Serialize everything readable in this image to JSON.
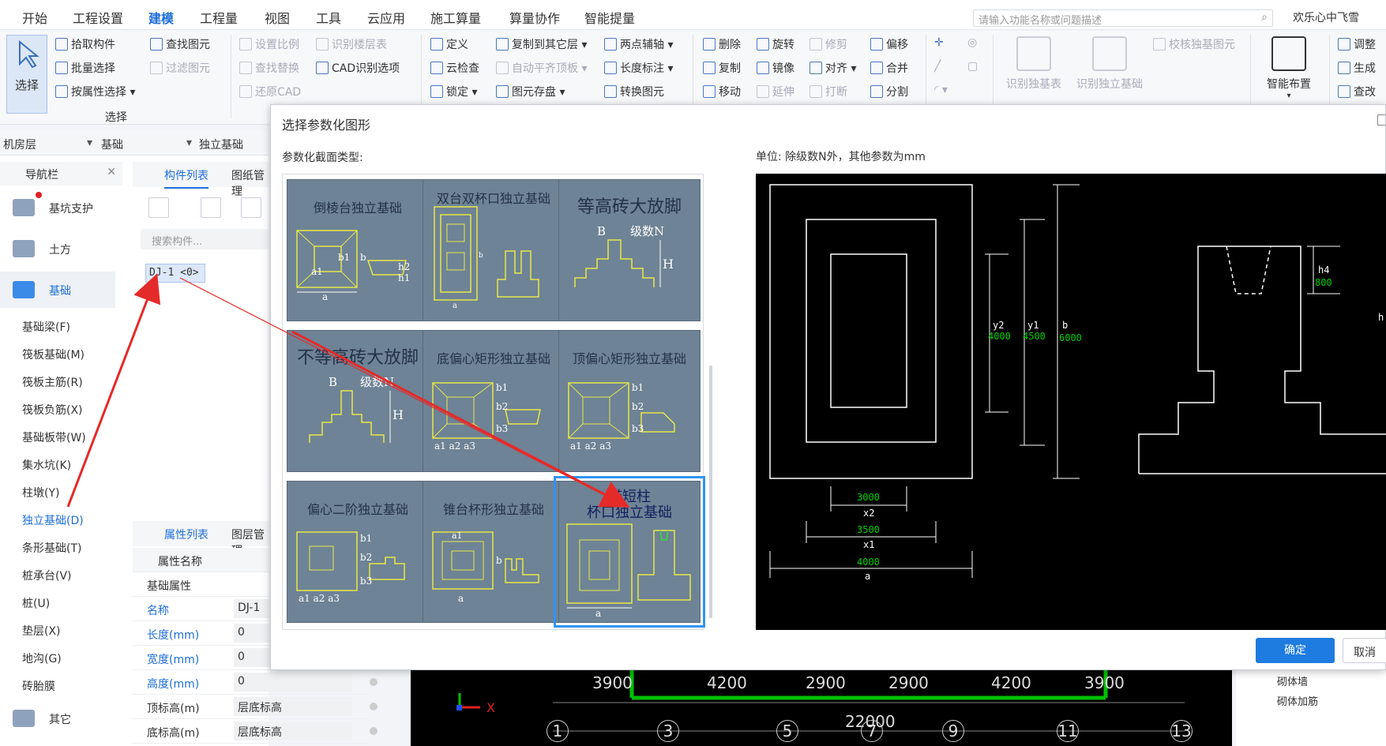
{
  "menu": {
    "tabs": [
      "开始",
      "工程设置",
      "建模",
      "工程量",
      "视图",
      "工具",
      "云应用",
      "施工算量",
      "算量协作",
      "智能提量"
    ],
    "active_index": 2,
    "search_placeholder": "请输入功能名称或问题描述",
    "user": "欢乐心中飞雪"
  },
  "ribbon": {
    "select_label": "选择",
    "group_select": "选择",
    "items": {
      "pick": "拾取构件",
      "batch": "批量选择",
      "byattr": "按属性选择",
      "find": "查找图元",
      "filter": "过滤图元",
      "scale": "设置比例",
      "floors": "识别楼层表",
      "lookup": "查找替换",
      "cadopt": "CAD识别选项",
      "restore": "还原CAD",
      "define": "定义",
      "cloudcheck": "云检查",
      "lock": "锁定",
      "copyto": "复制到其它层",
      "autoalign": "自动平齐顶板",
      "storage": "图元存盘",
      "twopoint": "两点辅轴",
      "lengthmark": "长度标注",
      "convert": "转换图元",
      "delete": "删除",
      "copy": "复制",
      "move": "移动",
      "rotate": "旋转",
      "mirror": "镜像",
      "extend": "延伸",
      "trim": "修剪",
      "align": "对齐",
      "break": "打断",
      "offset": "偏移",
      "merge": "合并",
      "split": "分割",
      "idtable": "识别独基表",
      "idfoot": "识别独立基础",
      "checkfoot": "校核独基图元",
      "smart": "智能布置",
      "adjust": "调整",
      "generate": "生成",
      "view": "查改"
    }
  },
  "crumbs": {
    "floor": "机房层",
    "type": "基础",
    "sub": "独立基础"
  },
  "nav": {
    "title": "导航栏",
    "categories": [
      "基坑支护",
      "土方",
      "基础",
      "其它"
    ],
    "items": [
      "基础梁(F)",
      "筏板基础(M)",
      "筏板主筋(R)",
      "筏板负筋(X)",
      "基础板带(W)",
      "集水坑(K)",
      "柱墩(Y)",
      "独立基础(D)",
      "条形基础(T)",
      "桩承台(V)",
      "桩(U)",
      "垫层(X)",
      "地沟(G)",
      "砖胎膜"
    ],
    "active_item": 7
  },
  "components": {
    "tab1": "构件列表",
    "tab2": "图纸管理",
    "search_placeholder": "搜索构件...",
    "entry": "DJ-1 <0>"
  },
  "props": {
    "tab1": "属性列表",
    "tab2": "图层管理",
    "header": "属性名称",
    "group": "基础属性",
    "rows": [
      {
        "k": "名称",
        "v": "DJ-1"
      },
      {
        "k": "长度(mm)",
        "v": "0"
      },
      {
        "k": "宽度(mm)",
        "v": "0"
      },
      {
        "k": "高度(mm)",
        "v": "0"
      },
      {
        "k": "顶标高(m)",
        "v": "层底标高"
      },
      {
        "k": "底标高(m)",
        "v": "层底标高"
      }
    ]
  },
  "canvas": {
    "axis_top": [
      "3900",
      "4200",
      "2900",
      "2900",
      "4200",
      "3900"
    ],
    "total": "22000",
    "circles": [
      "1",
      "3",
      "5",
      "7",
      "9",
      "11",
      "13"
    ],
    "x_label": "X",
    "right_items": [
      "砌体墙",
      "砌体加筋"
    ]
  },
  "dialog": {
    "title": "选择参数化图形",
    "section_label": "参数化截面类型:",
    "unit_text": "单位:  除级数N外，其他参数为mm",
    "tiles": [
      "倒棱台独立基础",
      "双台双杯口独立基础",
      "等高砖大放脚",
      "不等高砖大放脚",
      "底偏心矩形独立基础",
      "顶偏心矩形独立基础",
      "偏心二阶独立基础",
      "锥台杯形独立基础",
      "带短柱杯口独立基础"
    ],
    "tile_sel_line1": "带短柱",
    "tile_sel_line2": "杯口独立基础",
    "ok": "确定",
    "cancel": "取消",
    "preview": {
      "y2": "y2",
      "y2v": "4000",
      "y1": "y1",
      "y1v": "4500",
      "b": "b",
      "bv": "6000",
      "h4": "h4",
      "h4v": "800",
      "x2v": "3000",
      "x2": "x2",
      "x1v": "3500",
      "x1": "x1",
      "av": "4000",
      "a": "a",
      "hcut": "h"
    }
  },
  "colors": {
    "accent": "#1e6fd9",
    "arrow": "#e52a2a",
    "green": "#00d000",
    "tile_bg": "#6e8395"
  }
}
